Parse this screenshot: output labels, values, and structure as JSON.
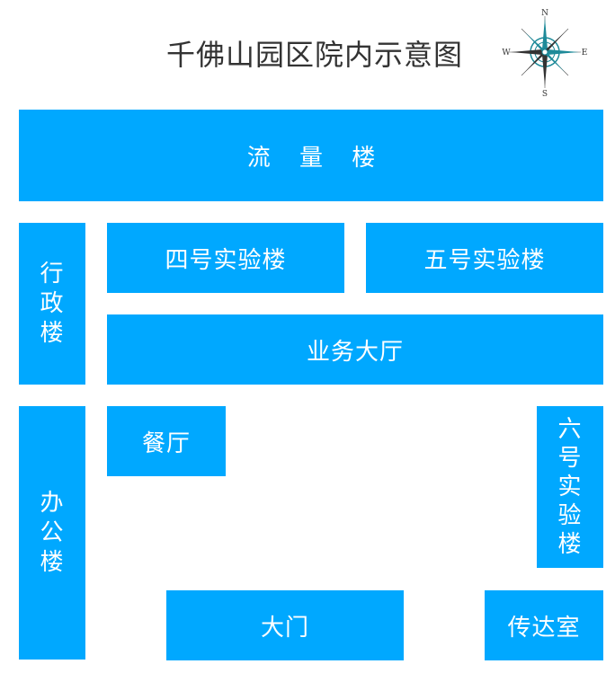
{
  "title": "千佛山园区院内示意图",
  "colors": {
    "block": "#00a8ff",
    "text": "#ffffff",
    "title": "#333333",
    "compass": "#1e8a99"
  },
  "compass": {
    "n": "N",
    "e": "E",
    "s": "S",
    "w": "W",
    "icon": "compass-rose-icon"
  },
  "buildings": {
    "liuliang": "流 量 楼",
    "xingzheng": [
      "行",
      "政",
      "楼"
    ],
    "sihao": "四号实验楼",
    "wuhao": "五号实验楼",
    "yewu": "业务大厅",
    "canting": "餐厅",
    "bangong": [
      "办",
      "公",
      "楼"
    ],
    "liuhao": [
      "六",
      "号",
      "实",
      "验",
      "楼"
    ],
    "damen": "大门",
    "chuanda": "传达室"
  }
}
